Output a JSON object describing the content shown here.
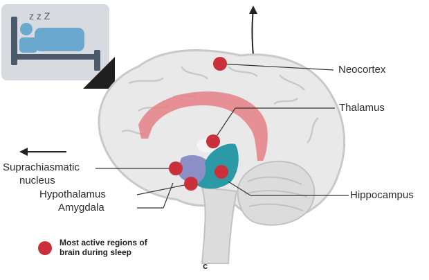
{
  "labels": {
    "neocortex": "Neocortex",
    "thalamus": "Thalamus",
    "suprachiasmatic_1": "Suprachiasmatic",
    "suprachiasmatic_2": "nucleus",
    "hypothalamus": "Hypothalamus",
    "amygdala": "Amygdala",
    "hippocampus": "Hippocampus"
  },
  "legend": {
    "line1": "Most active regions of",
    "line2": "brain during sleep"
  },
  "panel_letter": "c",
  "sleep_icon": {
    "text": "z z Z"
  },
  "colors": {
    "active_dot": "#c9303a",
    "brain_fill": "#e9e9ea",
    "brain_stroke": "#c9c9cb",
    "corpus_callosum": "#e57f86",
    "hippocampus": "#2b9aa6",
    "hypothalamus": "#8c8fc6",
    "icon_bg": "#d7dbe0",
    "icon_figure": "#4a5a6b",
    "icon_bed": "#6aa8cf"
  }
}
